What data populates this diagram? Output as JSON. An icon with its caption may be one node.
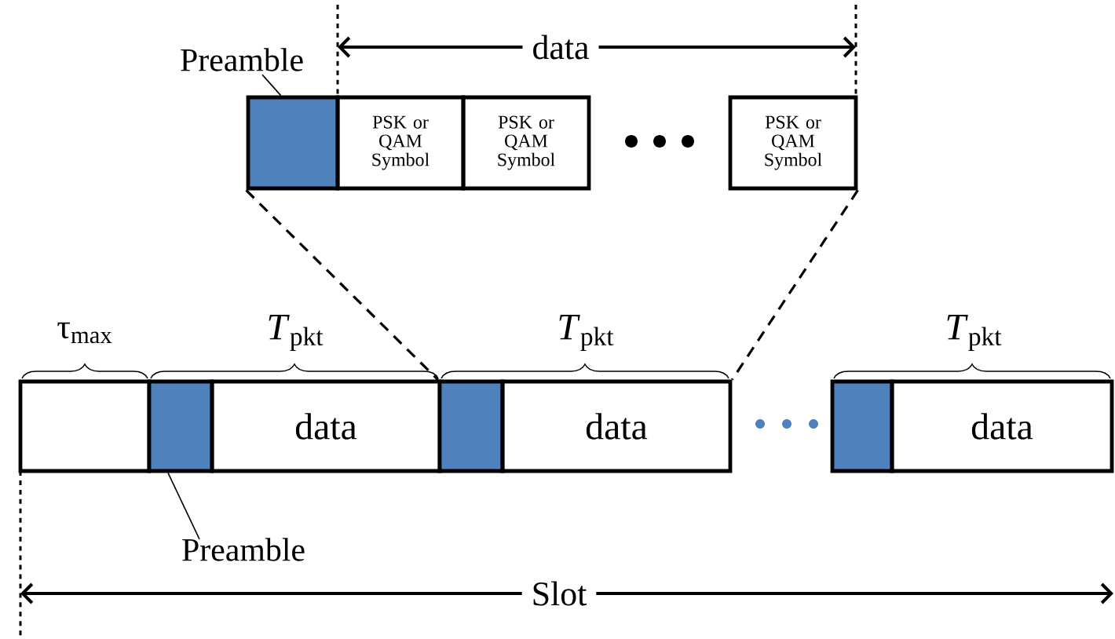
{
  "diagram": {
    "nodes": [
      {
        "text": [
          "Preamble"
        ]
      },
      {
        "text": [],
        "shape": "box"
      },
      {
        "text": [
          "PSK or QAM Symbol"
        ]
      },
      {
        "text": [
          "PSK or QAM Symbol"
        ]
      },
      {
        "text": [
          "PSK or QAM Symbol"
        ]
      },
      {
        "text": [],
        "shape": "box"
      },
      {
        "text": [],
        "shape": "box"
      },
      {
        "text": [
          "data"
        ]
      },
      {
        "text": [],
        "shape": "box"
      },
      {
        "text": [
          "data"
        ]
      },
      {
        "text": [],
        "shape": "box"
      },
      {
        "text": [
          "data"
        ]
      },
      {
        "text": [
          "Preamble"
        ]
      }
    ],
    "edges": [
      {
        "from": 0,
        "to": 1,
        "arrow": "none"
      },
      {
        "from": 12,
        "to": 6,
        "arrow": "none"
      },
      {
        "from": 1,
        "to": 8,
        "arrow": "none",
        "style": "dashed"
      },
      {
        "from": 4,
        "to": 9,
        "arrow": "none",
        "style": "dashed"
      }
    ],
    "labels": [
      "data",
      "τ$_{max}$",
      "*T*$_{pkt}$",
      "*T*$_{pkt}$",
      "*T*$_{pkt}$",
      "Slot"
    ]
  }
}
